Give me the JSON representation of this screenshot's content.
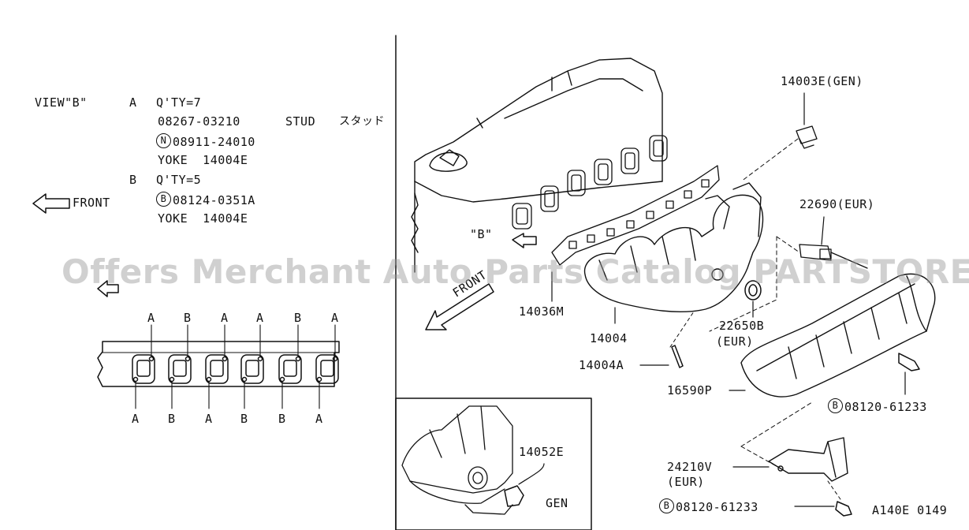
{
  "legend": {
    "view_title": "VIEW\"B\"",
    "a_letter": "A",
    "a_qty": "Q'TY=7",
    "a_stud_part": "08267-03210",
    "a_stud_name": "STUD",
    "a_stud_jp": "スタッド",
    "a_nut_symbol": "N",
    "a_nut_part": "08911-24010",
    "a_yoke": "YOKE  14004E",
    "b_letter": "B",
    "b_qty": "Q'TY=5",
    "b_bolt_symbol": "B",
    "b_bolt_part": "08124-0351A",
    "b_yoke": "YOKE  14004E",
    "front_label": "FRONT"
  },
  "view_b": {
    "top_letters": [
      "A",
      "B",
      "A",
      "A",
      "B",
      "A"
    ],
    "bottom_letters": [
      "A",
      "B",
      "A",
      "B",
      "B",
      "A"
    ]
  },
  "main": {
    "view_b_marker": "\"B\"",
    "front_label": "FRONT",
    "callouts": {
      "p14003e": "14003E(GEN)",
      "p22690": "22690(EUR)",
      "p14036m": "14036M",
      "p14004": "14004",
      "p22650b": "22650B",
      "p22650b_region": "(EUR)",
      "p14004a": "14004A",
      "p16590p": "16590P",
      "p08120_right_symbol": "B",
      "p08120_right": "08120-61233",
      "p24210v": "24210V",
      "p24210v_region": "(EUR)",
      "p08120_bottom_symbol": "B",
      "p08120_bottom": "08120-61233"
    },
    "diagram_code": "A140E 0149"
  },
  "inset": {
    "p14052e": "14052E",
    "gen_label": "GEN"
  },
  "watermark": "Offers Merchant Auto Parts Catalog PARTSTORE.SA"
}
